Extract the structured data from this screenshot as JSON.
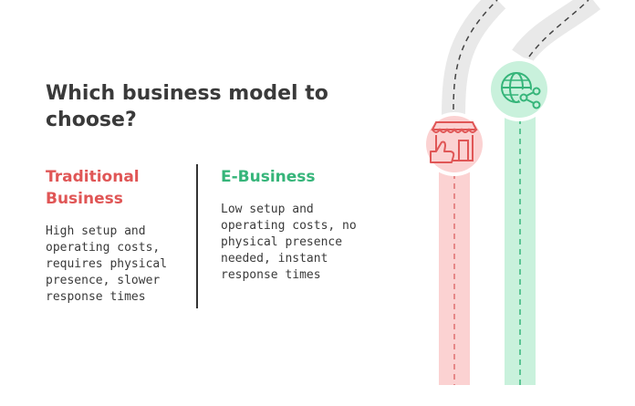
{
  "title": "Which business model to choose?",
  "options": [
    {
      "heading": "Traditional Business",
      "description": "High setup and operating costs, requires physical presence, slower response times",
      "color": "#e05656",
      "icon": "storefront-thumbs-up-icon"
    },
    {
      "heading": "E-Business",
      "description": "Low setup and operating costs, no physical presence needed, instant response times",
      "color": "#36b57a",
      "icon": "globe-share-icon"
    }
  ]
}
